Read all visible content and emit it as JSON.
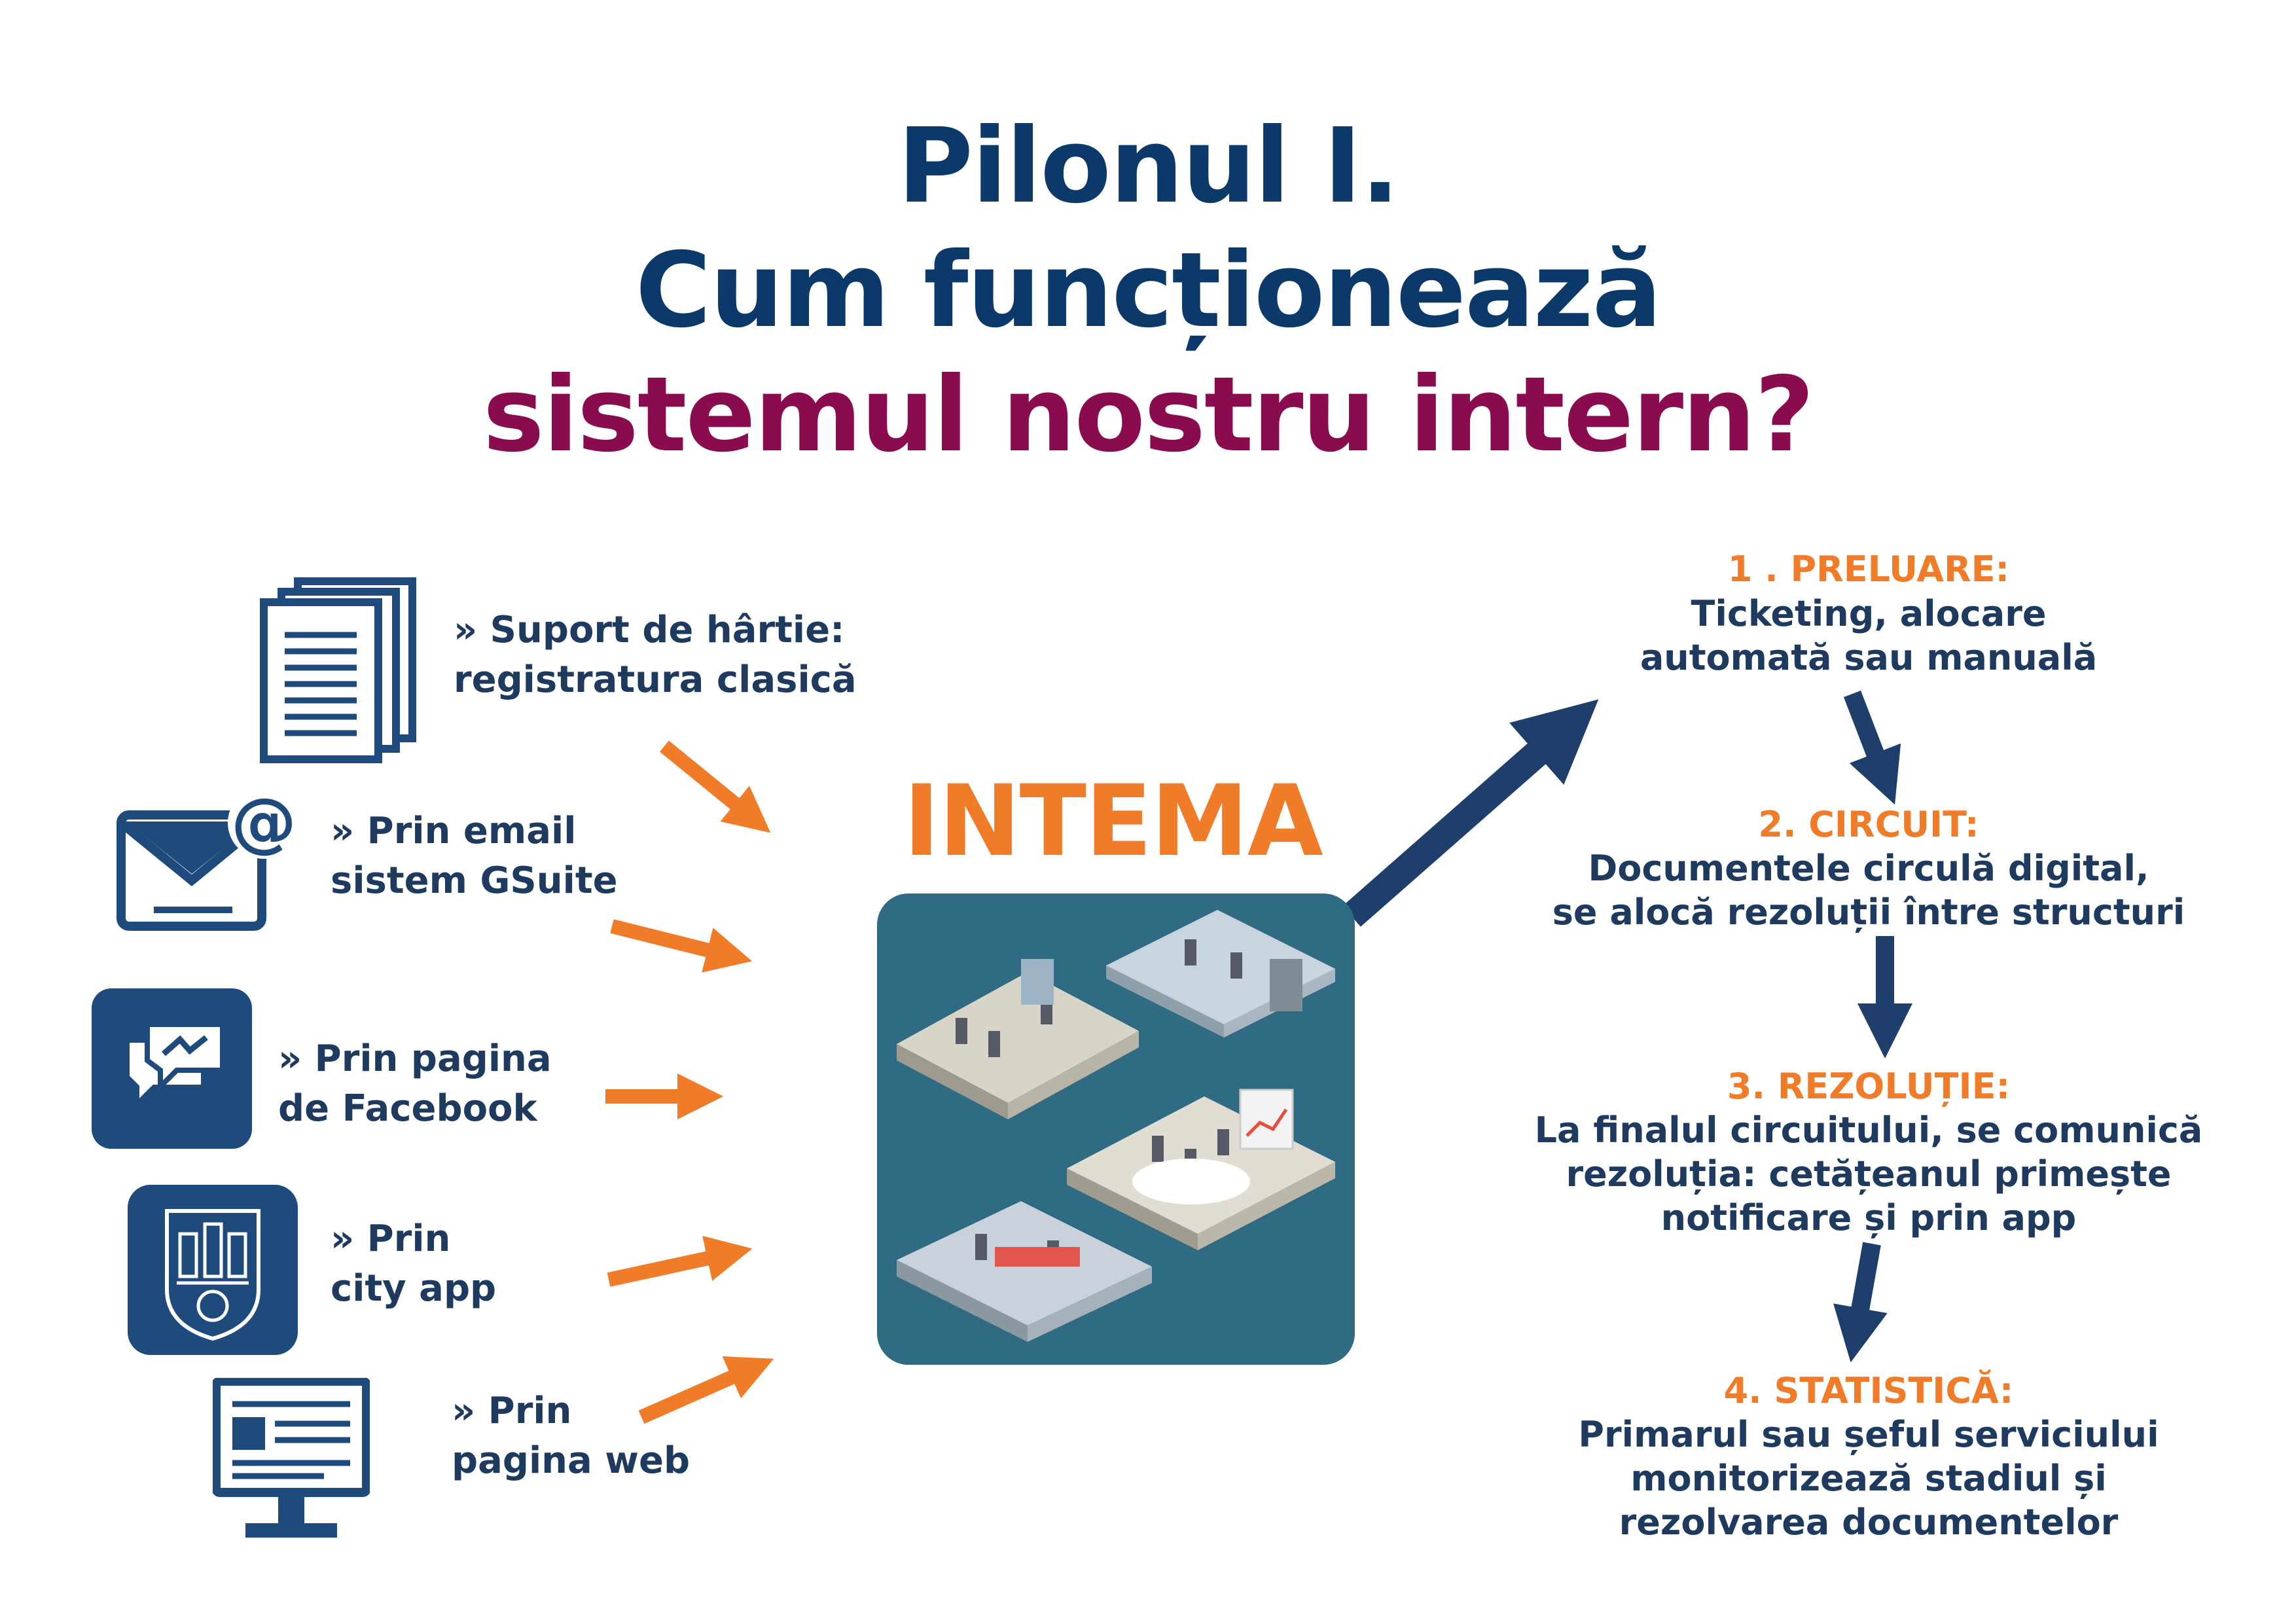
{
  "title": {
    "line1": "Pilonul I.",
    "line2": "Cum funcționează",
    "line3": "sistemul nostru intern?"
  },
  "sources": [
    {
      "icon": "document-stack-icon",
      "line1": "» Suport de hârtie:",
      "line2": "registratura clasică"
    },
    {
      "icon": "email-icon",
      "line1": "» Prin email",
      "line2": "sistem GSuite"
    },
    {
      "icon": "messenger-icon",
      "line1": "» Prin pagina",
      "line2": "de Facebook"
    },
    {
      "icon": "city-crest-icon",
      "line1": "» Prin",
      "line2": "city app"
    },
    {
      "icon": "monitor-icon",
      "line1": "» Prin",
      "line2": "pagina web"
    }
  ],
  "center": {
    "label": "INTEMA",
    "image": "isometric-office-illustration"
  },
  "steps": [
    {
      "title": "1 . PRELUARE:",
      "lines": [
        "Ticketing, alocare",
        "automată sau manuală"
      ]
    },
    {
      "title": "2. CIRCUIT:",
      "lines": [
        "Documentele circulă digital,",
        "se alocă rezoluții între structuri"
      ]
    },
    {
      "title": "3. REZOLUȚIE:",
      "lines": [
        "La finalul circuitului, se comunică",
        "rezoluția: cetățeanul primește",
        "notificare și prin app"
      ]
    },
    {
      "title": "4. STATISTICĂ:",
      "lines": [
        "Primarul sau șeful serviciului",
        "monitorizează stadiul și",
        "rezolvarea documentelor"
      ]
    }
  ],
  "colors": {
    "navy": "#0b3a6a",
    "magenta": "#8a0c4f",
    "orange": "#f07c29",
    "icon_blue": "#1e4a7c",
    "office_bg": "#2f6b82"
  }
}
